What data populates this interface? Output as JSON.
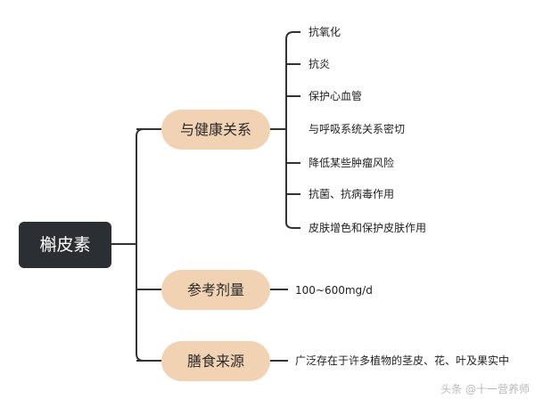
{
  "root": {
    "label": "槲皮素"
  },
  "branches": [
    {
      "label": "与健康关系",
      "leaves": [
        "抗氧化",
        "抗炎",
        "保护心血管",
        "与呼吸系统关系密切",
        "降低某些肿瘤风险",
        "抗菌、抗病毒作用",
        "皮肤增色和保护皮肤作用"
      ]
    },
    {
      "label": "参考剂量",
      "leaves": [
        "100~600mg/d"
      ]
    },
    {
      "label": "膳食来源",
      "leaves": [
        "广泛存在于许多植物的茎皮、花、叶及果实中"
      ]
    }
  ],
  "watermark": "头条 @十一营养师",
  "colors": {
    "root_bg": "#2b2f33",
    "root_text": "#ffffff",
    "branch_bg": "#f1d3b4",
    "line": "#333333"
  }
}
